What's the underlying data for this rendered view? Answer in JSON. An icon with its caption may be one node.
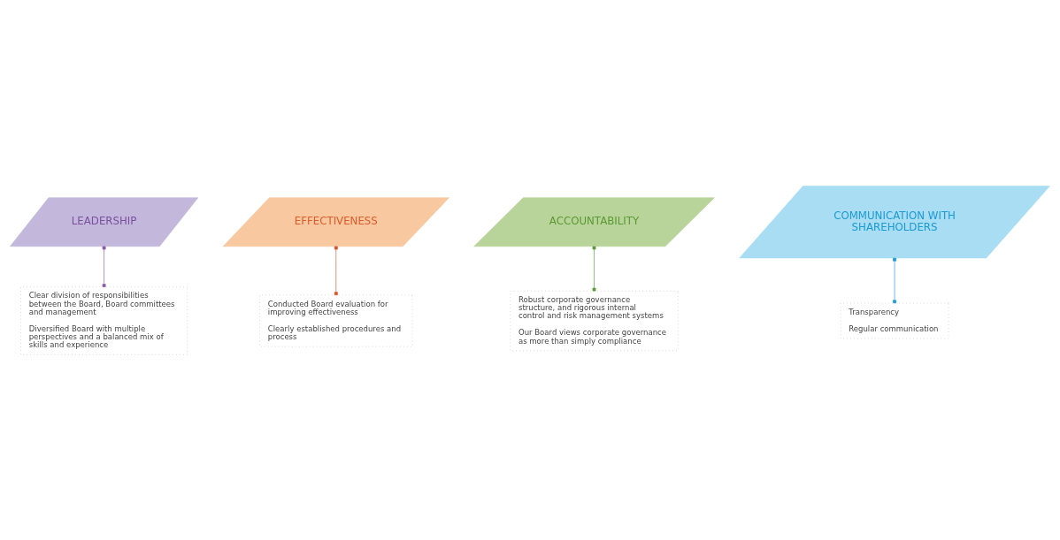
{
  "diagram": {
    "nodes": [
      {
        "text": [
          "Clear division of responsibilities between the Board, Board committees and management",
          "Diversified Board with multiple perspectives and a balanced mix of skills and experience"
        ]
      },
      {
        "text": [
          "Conducted Board evaluation for improving effectiveness",
          "Clearly established procedures and process"
        ]
      },
      {
        "text": [
          "EFFECTIVENESS"
        ]
      },
      {
        "text": [
          "LEADERSHIP"
        ]
      },
      {
        "text": [
          "ACCOUNTABILITY"
        ]
      },
      {
        "text": [
          "COMMUNICATION WITH SHAREHOLDERS"
        ]
      },
      {
        "text": [
          "Robust corporate governance structure, and rigorous internal control and risk management systems",
          "Our Board views corporate governance as more than simply compliance"
        ]
      },
      {
        "text": [
          "Transparency",
          "Regular communication"
        ]
      }
    ],
    "edges": [
      {
        "from": 3,
        "to": 0,
        "arrow": "other",
        "color": "#8a5ca8"
      },
      {
        "from": 2,
        "to": 1,
        "arrow": "other",
        "color": "#d9532b"
      },
      {
        "from": 4,
        "to": 6,
        "arrow": "other",
        "color": "#5e9e3a"
      },
      {
        "from": 5,
        "to": 7,
        "arrow": "other",
        "color": "#1a9ad6"
      }
    ]
  }
}
